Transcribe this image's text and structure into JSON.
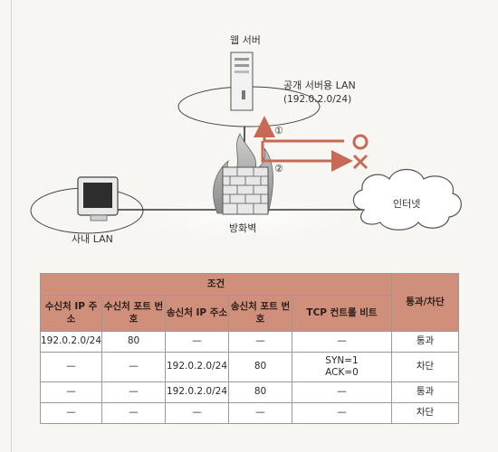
{
  "diagram": {
    "web_server_label": "웹 서버",
    "public_lan_label": "공개 서버용 LAN",
    "public_lan_subnet": "(192.0.2.0/24)",
    "arrow1_marker": "①",
    "arrow2_marker": "②",
    "allow_symbol": "O",
    "block_symbol": "×",
    "internal_lan_label": "사내 LAN",
    "firewall_label": "방화벽",
    "internet_label": "인터넷",
    "colors": {
      "arrow": "#c66a55",
      "cloud_stroke": "#555555",
      "lan_line": "#333333"
    }
  },
  "table": {
    "group_header": "조건",
    "result_header": "통과/차단",
    "columns": [
      "수신처 IP 주소",
      "수신처 포트 번호",
      "송신처 IP 주소",
      "송신처 포트 번호",
      "TCP 컨트롤 비트"
    ],
    "rows": [
      [
        "192.0.2.0/24",
        "80",
        "—",
        "—",
        "—",
        "통과"
      ],
      [
        "—",
        "—",
        "192.0.2.0/24",
        "80",
        "SYN=1\nACK=0",
        "차단"
      ],
      [
        "—",
        "—",
        "192.0.2.0/24",
        "80",
        "—",
        "통과"
      ],
      [
        "—",
        "—",
        "—",
        "—",
        "—",
        "차단"
      ]
    ],
    "colors": {
      "header_bg": "#cf8f7a",
      "border": "#9e9a93"
    }
  }
}
